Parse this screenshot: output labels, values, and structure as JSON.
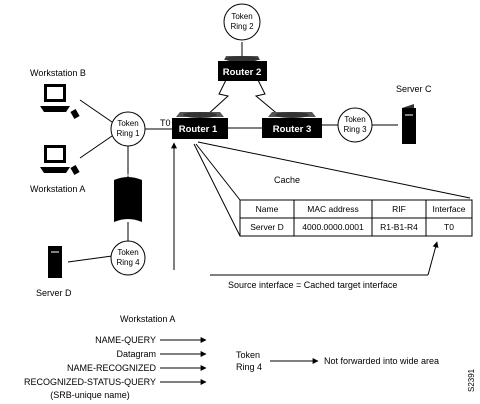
{
  "figure_id": "S2391",
  "routers": {
    "r1": "Router 1",
    "r2": "Router 2",
    "r3": "Router 3"
  },
  "token_rings": {
    "tr1": [
      "Token",
      "Ring 1"
    ],
    "tr2": [
      "Token",
      "Ring 2"
    ],
    "tr3": [
      "Token",
      "Ring 3"
    ],
    "tr4": [
      "Token",
      "Ring 4"
    ]
  },
  "workstations": {
    "b": "Workstation B",
    "a": "Workstation A"
  },
  "servers": {
    "c": "Server C",
    "d": "Server D"
  },
  "interface_label": "T0",
  "cache": {
    "title": "Cache",
    "headers": [
      "Name",
      "MAC address",
      "RIF",
      "Interface"
    ],
    "row": [
      "Server D",
      "4000.0000.0001",
      "R1-B1-R4",
      "T0"
    ]
  },
  "source_interface_note": "Source interface = Cached target interface",
  "legend": {
    "title": "Workstation A",
    "messages": [
      "NAME-QUERY",
      "Datagram",
      "NAME-RECOGNIZED",
      "RECOGNIZED-STATUS-QUERY"
    ],
    "sub_note": "(SRB-unique name)",
    "ring_label": [
      "Token",
      "Ring 4"
    ],
    "result": "Not forwarded into wide area"
  }
}
